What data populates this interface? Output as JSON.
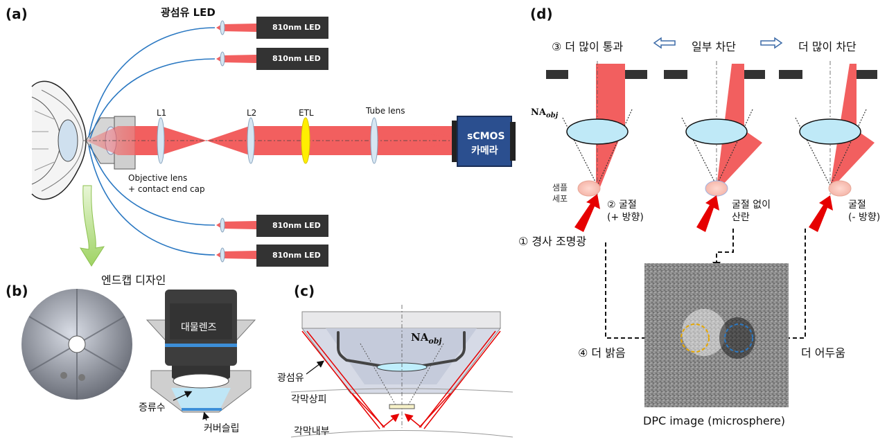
{
  "panels": {
    "a": "(a)",
    "b": "(b)",
    "c": "(c)",
    "d": "(d)"
  },
  "panel_a": {
    "fiber_led_title": "광섬유 LED",
    "led_label": "810nm LED",
    "lenses": {
      "l1": "L1",
      "l2": "L2",
      "etl": "ETL",
      "tube": "Tube lens"
    },
    "camera_line1": "sCMOS",
    "camera_line2": "카메라",
    "objective_line1": "Objective lens",
    "objective_line2": "+ contact end cap",
    "endcap_design": "엔드캡 디자인"
  },
  "panel_b": {
    "objective_label": "대물렌즈",
    "water_label": "증류수",
    "coverslip_label": "커버슬립"
  },
  "panel_c": {
    "na_label": "NA",
    "na_sub": "obj",
    "fiber_label": "광섬유",
    "epithelium_label": "각막상피",
    "inner_label": "각막내부"
  },
  "panel_d": {
    "top_left": "③ 더 많이 통과",
    "top_mid": "일부 차단",
    "top_right": "더 많이 차단",
    "na_label": "NA",
    "na_sub": "obj",
    "sample_line1": "샘플",
    "sample_line2": "세포",
    "refr_plus_line1": "② 굴절",
    "refr_plus_line2": "(+ 방향)",
    "no_refr_line1": "굴절 없이",
    "no_refr_line2": "산란",
    "refr_minus_line1": "굴절",
    "refr_minus_line2": "(- 방향)",
    "oblique_light": "① 경사 조명광",
    "brighter": "④ 더 밝음",
    "darker": "더 어두움",
    "caption": "DPC image (microsphere)"
  },
  "colors": {
    "beam": "#f25f5f",
    "fiber": "#2a78c2",
    "led_box": "#333333",
    "lens": "#bfe9f7",
    "etl": "#ffee00",
    "camera": "#2b4f8f",
    "arrow_red": "#e60000",
    "green_arrow": "#a5d86a"
  }
}
